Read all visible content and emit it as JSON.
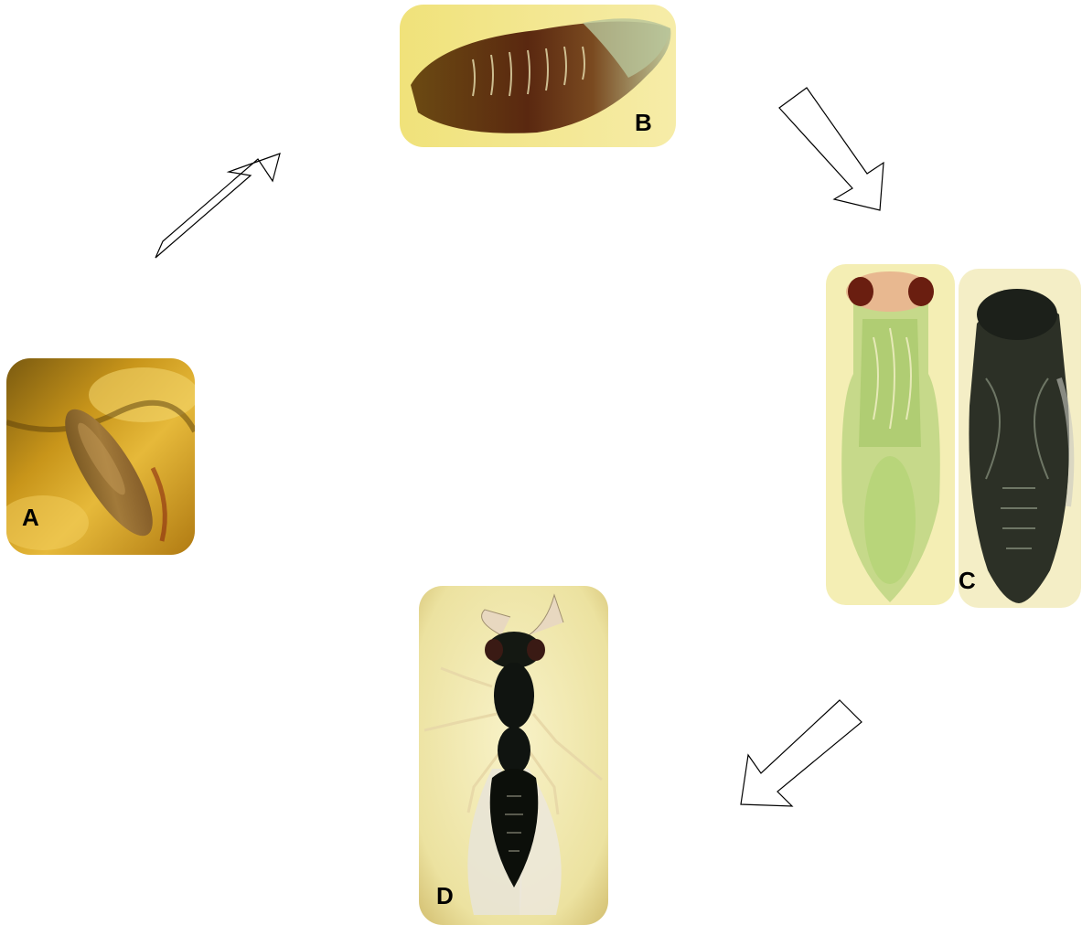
{
  "stages": [
    {
      "id": "A",
      "label": "A",
      "image": "egg-photo"
    },
    {
      "id": "B",
      "label": "B",
      "image": "larva-photo"
    },
    {
      "id": "C",
      "label": "C",
      "image": "pupa-photos"
    },
    {
      "id": "D",
      "label": "D",
      "image": "adult-wasp-photo"
    }
  ],
  "arrows": [
    {
      "from": "A",
      "to": "B",
      "icon": "outline-arrow-icon"
    },
    {
      "from": "B",
      "to": "C",
      "icon": "outline-arrow-icon"
    },
    {
      "from": "C",
      "to": "D",
      "icon": "outline-arrow-icon"
    }
  ],
  "colors": {
    "background": "#ffffff",
    "photo_background": "#f3eaa0",
    "label": "#000000",
    "arrow_stroke": "#000000"
  }
}
